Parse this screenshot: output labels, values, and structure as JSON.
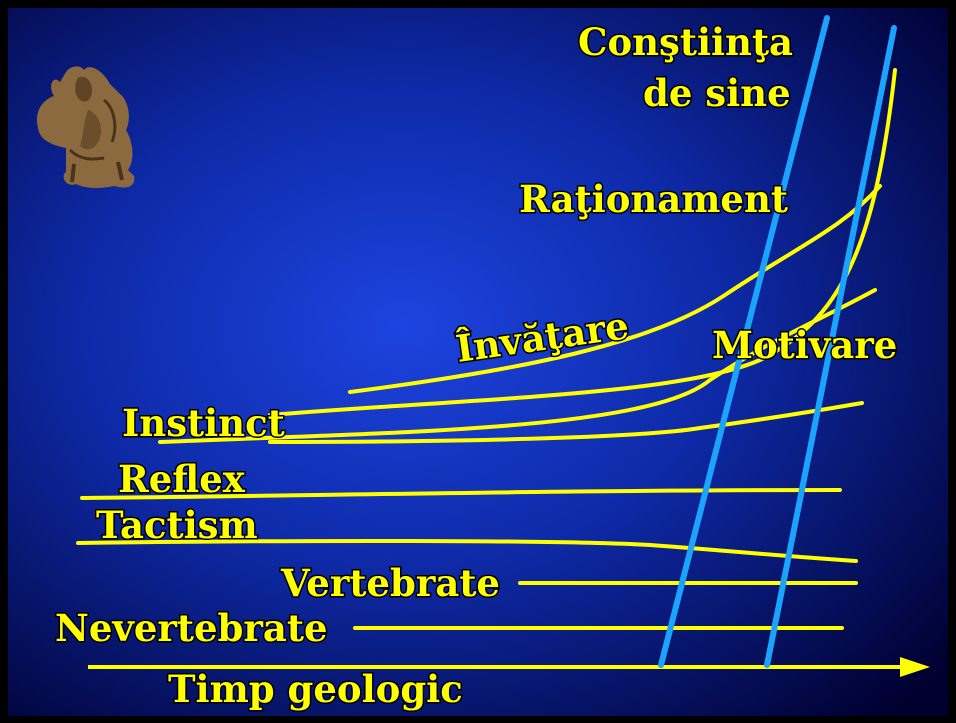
{
  "labels": {
    "constiinta_line1": "Conştiinţa",
    "constiinta_line2": "de sine",
    "rationament": "Raţionament",
    "invatare": "Învăţare",
    "motivare": "Motivare",
    "instinct": "Instinct",
    "reflex": "Reflex",
    "tactism": "Tactism",
    "vertebrate": "Vertebrate",
    "nevertebrate": "Nevertebrate",
    "timp_geologic": "Timp geologic"
  },
  "colors": {
    "background_center": "#1b3fd6",
    "background_edge": "#000033",
    "curve": "#ffff00",
    "divider": "#1aa3ff",
    "text": "#ffff00"
  },
  "figure": {
    "icon": "thinker-statuette-icon"
  }
}
